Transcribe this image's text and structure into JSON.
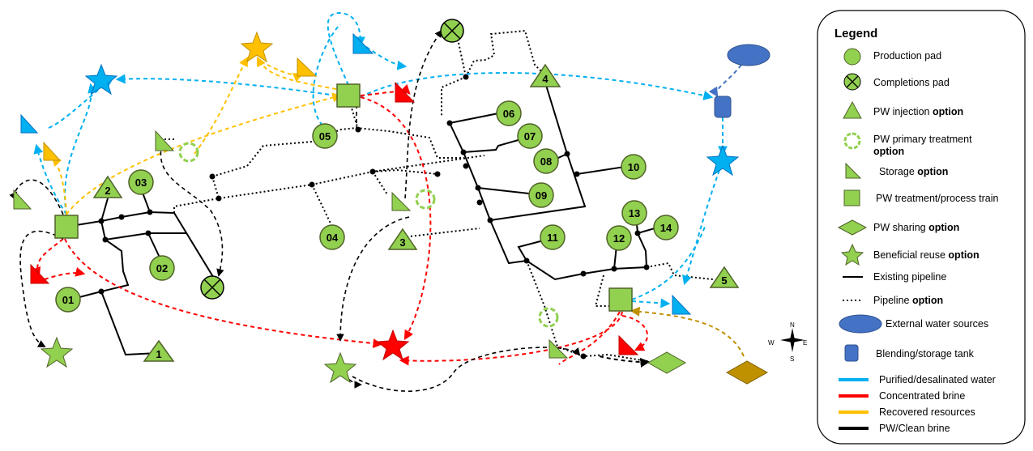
{
  "nodes": {
    "production_pads": [
      "01",
      "02",
      "03",
      "04",
      "05",
      "06",
      "07",
      "08",
      "09",
      "10",
      "11",
      "12",
      "13",
      "14"
    ],
    "injection_options": [
      "1",
      "2",
      "3",
      "4",
      "5"
    ]
  },
  "compass": {
    "n": "N",
    "s": "S",
    "e": "E",
    "w": "W"
  },
  "legend": {
    "title": "Legend",
    "items": [
      {
        "label": "Production pad",
        "bold": ""
      },
      {
        "label": "Completions pad",
        "bold": ""
      },
      {
        "label": "PW injection ",
        "bold": "option"
      },
      {
        "label": "PW primary treatment",
        "bold": "option"
      },
      {
        "label": "Storage ",
        "bold": "option"
      },
      {
        "label": "PW treatment/process train",
        "bold": ""
      },
      {
        "label": "PW sharing ",
        "bold": "option"
      },
      {
        "label": "Beneficial reuse ",
        "bold": "option"
      },
      {
        "label": "Existing pipeline",
        "bold": ""
      },
      {
        "label": "Pipeline ",
        "bold": "option"
      },
      {
        "label": "External water sources",
        "bold": ""
      },
      {
        "label": "Blending/storage tank",
        "bold": ""
      },
      {
        "label": "Purified/desalinated water",
        "bold": ""
      },
      {
        "label": "Concentrated brine",
        "bold": ""
      },
      {
        "label": "Recovered resources",
        "bold": ""
      },
      {
        "label": "PW/Clean brine",
        "bold": ""
      }
    ]
  },
  "colors": {
    "green": "#92d050",
    "green_stroke": "#4f6228",
    "blue": "#00b0f0",
    "red": "#ff0000",
    "yellow": "#ffc000",
    "black": "#000000",
    "tank": "#4472c4",
    "sharing_brown": "#bf9000"
  }
}
